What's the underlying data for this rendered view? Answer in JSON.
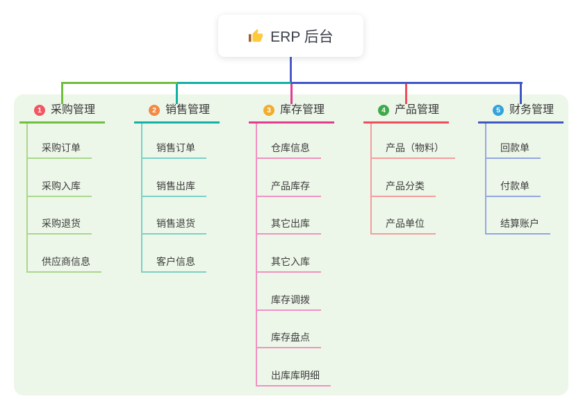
{
  "root": {
    "title": "ERP 后台",
    "icon": "thumbs-up-icon",
    "line_color": "#4C5AC9"
  },
  "panel": {
    "background": "#EDF7E9"
  },
  "bus_segments": [
    {
      "color": "#6FBE3E"
    },
    {
      "color": "#12AFA4"
    },
    {
      "color": "#3F55C6"
    }
  ],
  "branches": [
    {
      "index": "1",
      "title": "采购管理",
      "badge_color": "#F25662",
      "line_color": "#6FBE3E",
      "child_line_color": "#A9D78C",
      "children": [
        "采购订单",
        "采购入库",
        "采购退货",
        "供应商信息"
      ]
    },
    {
      "index": "2",
      "title": "销售管理",
      "badge_color": "#F28A44",
      "line_color": "#12AFA4",
      "child_line_color": "#79D0C8",
      "children": [
        "销售订单",
        "销售出库",
        "销售退货",
        "客户信息"
      ]
    },
    {
      "index": "3",
      "title": "库存管理",
      "badge_color": "#F2AC2E",
      "line_color": "#E23A8E",
      "child_line_color": "#F290C2",
      "children": [
        "仓库信息",
        "产品库存",
        "其它出库",
        "其它入库",
        "库存调拨",
        "库存盘点",
        "出库库明细"
      ]
    },
    {
      "index": "4",
      "title": "产品管理",
      "badge_color": "#3FAA4C",
      "line_color": "#F04B5A",
      "child_line_color": "#F59B9B",
      "children": [
        "产品（物料）",
        "产品分类",
        "产品单位"
      ]
    },
    {
      "index": "5",
      "title": "财务管理",
      "badge_color": "#35A3DB",
      "line_color": "#3F56C0",
      "child_line_color": "#92A5E2",
      "children": [
        "回款单",
        "付款单",
        "结算账户"
      ]
    }
  ]
}
